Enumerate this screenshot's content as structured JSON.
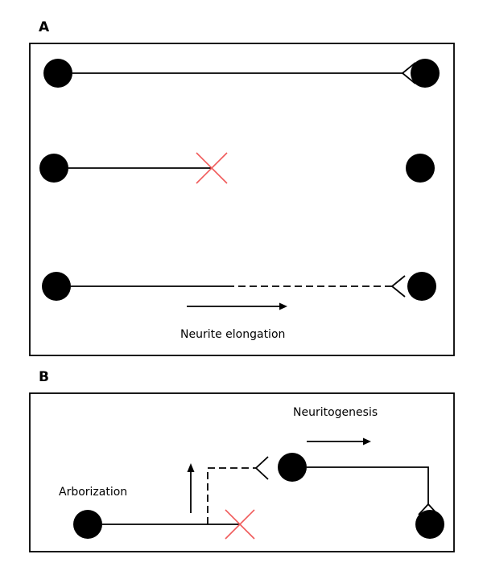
{
  "panels": {
    "a": {
      "label": "A",
      "arrow_caption": "Neurite elongation"
    },
    "b": {
      "label": "B",
      "left_caption": "Arborization",
      "right_caption": "Neuritogenesis"
    }
  },
  "colors": {
    "neuron": "#000000",
    "block_mark": "#f05a5a",
    "line": "#000000",
    "frame": "#000000"
  },
  "icons": {
    "neuron": "cell-body-icon",
    "growth_cone": "growth-cone-icon",
    "block": "red-x-block-icon",
    "direction": "arrow-right-icon"
  }
}
